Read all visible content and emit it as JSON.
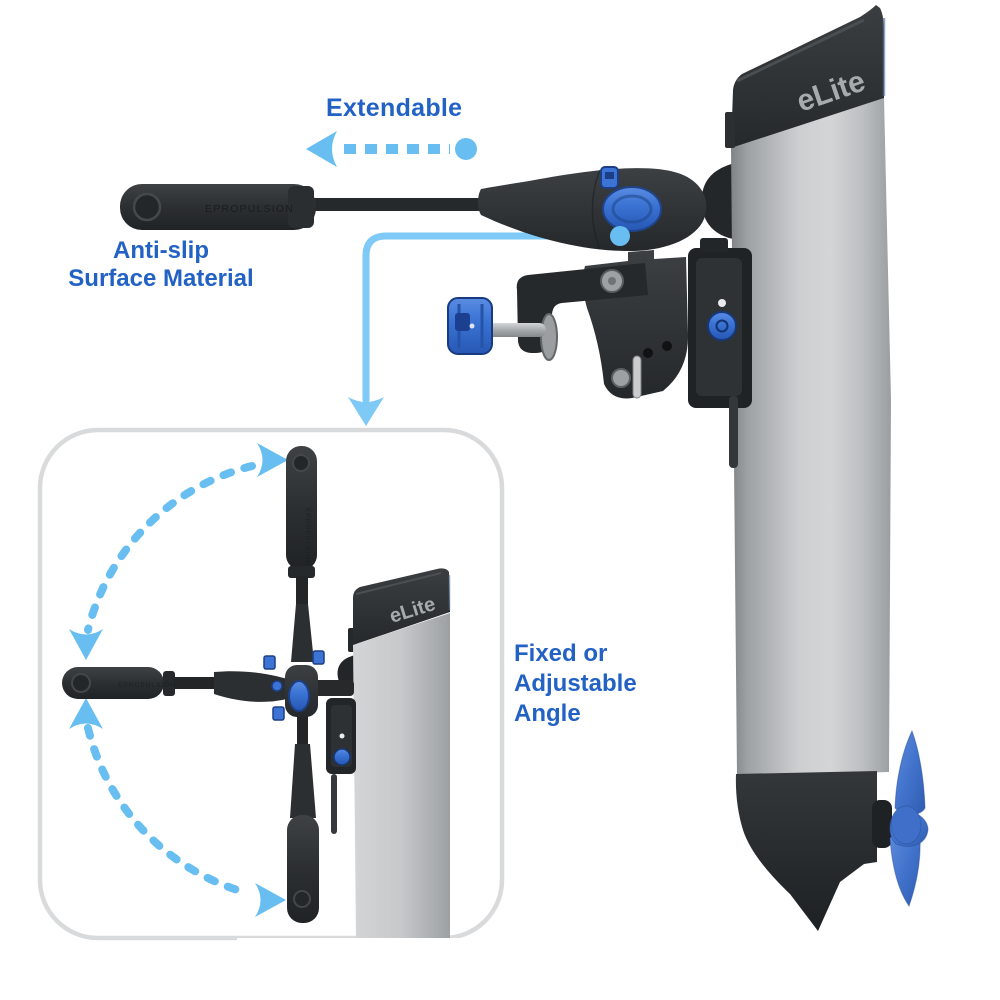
{
  "page": {
    "description": "eLite electric outboard motor feature infographic",
    "background_color": "#ffffff"
  },
  "branding": {
    "product_logo": "eLite",
    "inset_logo": "eLite",
    "handle_brand": "EPROPULSION"
  },
  "annotations": {
    "extendable": {
      "label": "Extendable"
    },
    "anti_slip": {
      "lines": [
        "Anti-slip",
        "Surface Material"
      ]
    },
    "angle": {
      "lines": [
        "Fixed or",
        "Adjustable",
        "Angle"
      ]
    }
  },
  "icons": {
    "extendable_arrow": "horizontal dashed double-ended arrow (chevron left, dot right)",
    "connector_arrow": "solid light-blue callout line with dot start and down arrowhead",
    "rotation_arcs": "two dashed arc arrows showing tiller rotation range",
    "power_button": "round blue power button on mounting bracket"
  },
  "colors": {
    "annotation_text": "#2262c4",
    "arrow_light_blue": "#68bef1",
    "connector_blue": "#7ec9f5",
    "knob_blue": "#3b74d4",
    "propeller_blue": "#4273cc",
    "body_silver": "#c9cbcd",
    "body_charcoal": "#2c2f32",
    "panel_border": "#d8dadc",
    "logo_gray": "#a8abad"
  }
}
